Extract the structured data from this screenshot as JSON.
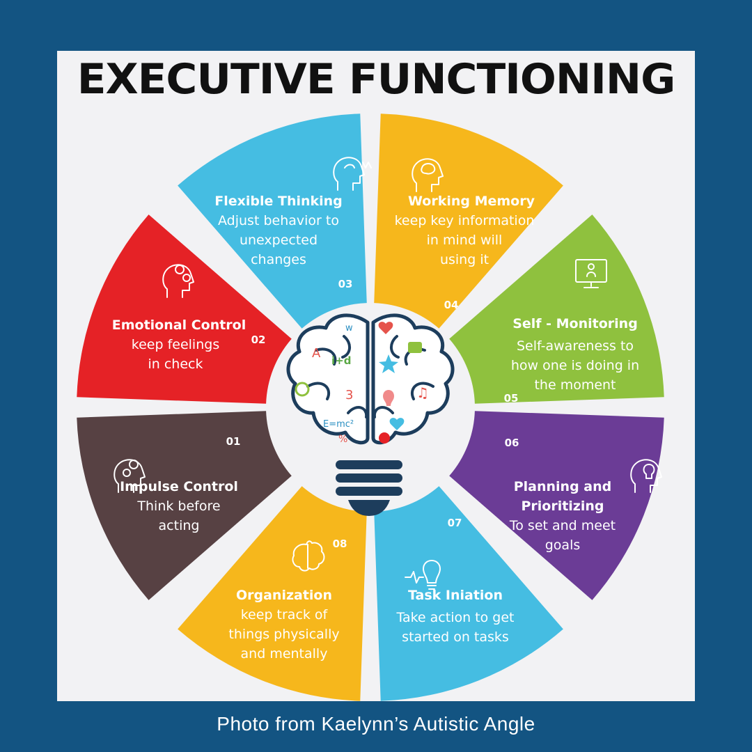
{
  "title": "EXECUTIVE FUNCTIONING",
  "caption": "Photo from Kaelynn’s Autistic Angle",
  "colors": {
    "background": "#135482",
    "panel": "#f2f2f4",
    "impulse": "#574143",
    "emotional": "#e52226",
    "flexible": "#45bde2",
    "working": "#f6b71c",
    "self": "#8fc13e",
    "planning": "#6b3c96",
    "task": "#45bde2",
    "organization": "#f6b71c"
  },
  "segments": [
    {
      "id": "impulse",
      "number": "01",
      "title_lines": [
        "Impulse Control"
      ],
      "desc_lines": [
        "Think before",
        "acting"
      ],
      "icon": "head-gears-icon",
      "color": "#574143"
    },
    {
      "id": "emotional",
      "number": "02",
      "title_lines": [
        "Emotional Control"
      ],
      "desc_lines": [
        "keep feelings",
        "in check"
      ],
      "icon": "head-emotions-icon",
      "color": "#e52226"
    },
    {
      "id": "flexible",
      "number": "03",
      "title_lines": [
        "Flexible Thinking"
      ],
      "desc_lines": [
        "Adjust behavior to",
        "unexpected",
        "changes"
      ],
      "icon": "head-waves-icon",
      "color": "#45bde2"
    },
    {
      "id": "working",
      "number": "04",
      "title_lines": [
        "Working Memory"
      ],
      "desc_lines": [
        "keep key information",
        "in mind will",
        "using it"
      ],
      "icon": "head-brain-icon",
      "color": "#f6b71c"
    },
    {
      "id": "self",
      "number": "05",
      "title_lines": [
        "Self - Monitoring"
      ],
      "desc_lines": [
        "Self-awareness to",
        "how one is doing in",
        "the moment"
      ],
      "icon": "monitor-icon",
      "color": "#8fc13e"
    },
    {
      "id": "planning",
      "number": "06",
      "title_lines": [
        "Planning and",
        "Prioritizing"
      ],
      "desc_lines": [
        "To set and meet",
        "goals"
      ],
      "icon": "head-lightbulb-icon",
      "color": "#6b3c96"
    },
    {
      "id": "task",
      "number": "07",
      "title_lines": [
        "Task Iniation"
      ],
      "desc_lines": [
        "Take action to get",
        "started on tasks"
      ],
      "icon": "lightbulb-pulse-icon",
      "color": "#45bde2"
    },
    {
      "id": "organization",
      "number": "08",
      "title_lines": [
        "Organization"
      ],
      "desc_lines": [
        "keep track of",
        "things physically",
        "and mentally"
      ],
      "icon": "brain-icon",
      "color": "#f6b71c"
    }
  ],
  "center": {
    "icon": "brain-lightbulb-icon",
    "symbols": [
      "A",
      "i+d",
      "3",
      "E=mc²",
      "%",
      "w"
    ]
  }
}
